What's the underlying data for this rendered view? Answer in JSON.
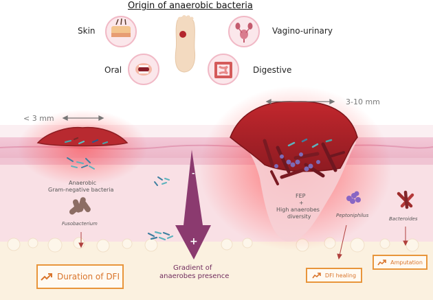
{
  "title": "Origin of anaerobic bacteria",
  "sources": {
    "skin": "Skin",
    "vagino_urinary": "Vagino-urinary",
    "oral": "Oral",
    "digestive": "Digestive"
  },
  "left_wound": {
    "size_label": "< 3 mm",
    "bacteria_label_1": "Anaerobic",
    "bacteria_label_2": "Gram-negative bacteria",
    "species": "Fusobacterium"
  },
  "right_wound": {
    "size_label": "3-10 mm",
    "fep_1": "FEP",
    "fep_2": "+",
    "fep_3": "High anaerobes",
    "fep_4": "diversity",
    "species_1": "Peptoniphilus",
    "species_2": "Bacteroides"
  },
  "gradient": {
    "minus": "-",
    "plus": "+",
    "label_1": "Gradient of",
    "label_2": "anaerobes presence"
  },
  "outcomes": {
    "duration": "Duration of DFI",
    "healing": "DFI healing",
    "amputation": "Amputation"
  },
  "colors": {
    "arrow": "#8b3a6f",
    "wound": "#b5222a",
    "outcome_border": "#e8953a",
    "outcome_text": "#d9742a"
  }
}
